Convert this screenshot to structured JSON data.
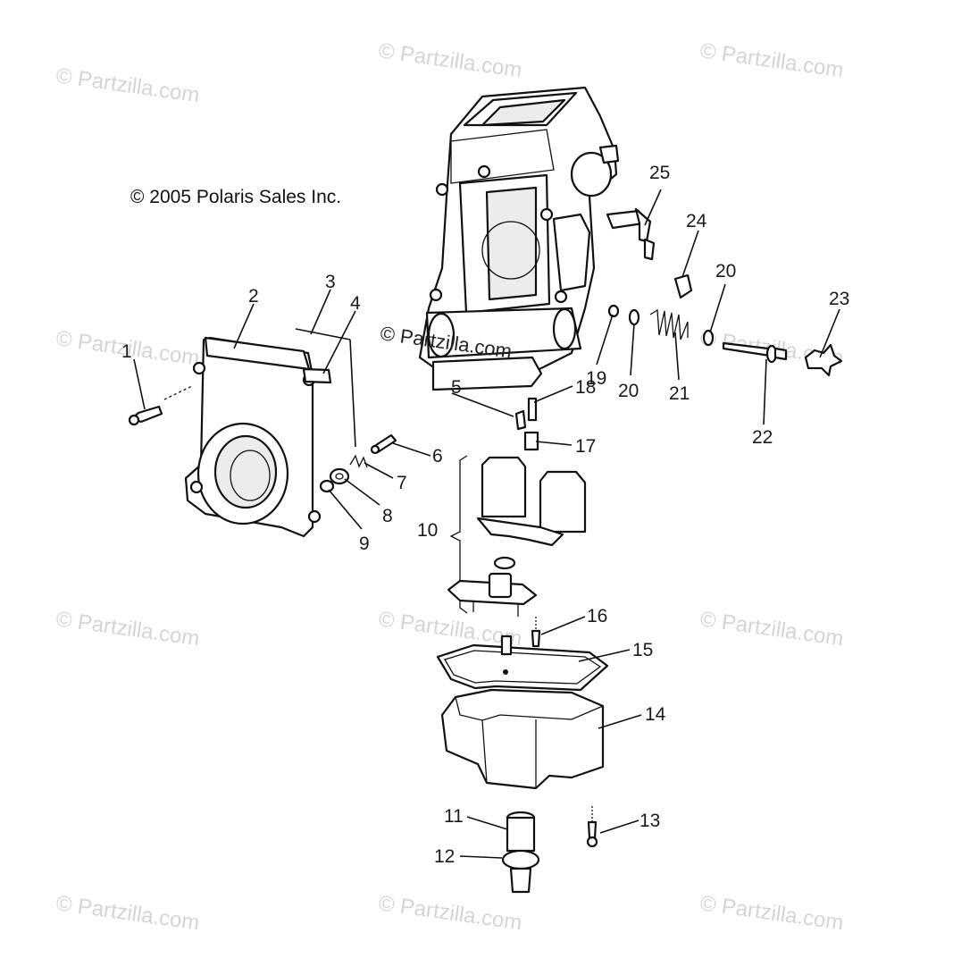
{
  "copyright": "© 2005 Polaris Sales Inc.",
  "watermark": "© Partzilla.com",
  "watermark_center": "© Partzilla.com",
  "callouts": {
    "c1": "1",
    "c2": "2",
    "c3": "3",
    "c4": "4",
    "c5": "5",
    "c6": "6",
    "c7": "7",
    "c8": "8",
    "c9": "9",
    "c10": "10",
    "c11": "11",
    "c12": "12",
    "c13": "13",
    "c14": "14",
    "c15": "15",
    "c16": "16",
    "c17": "17",
    "c18": "18",
    "c19": "19",
    "c20a": "20",
    "c20b": "20",
    "c21": "21",
    "c22": "22",
    "c23": "23",
    "c24": "24",
    "c25": "25"
  }
}
